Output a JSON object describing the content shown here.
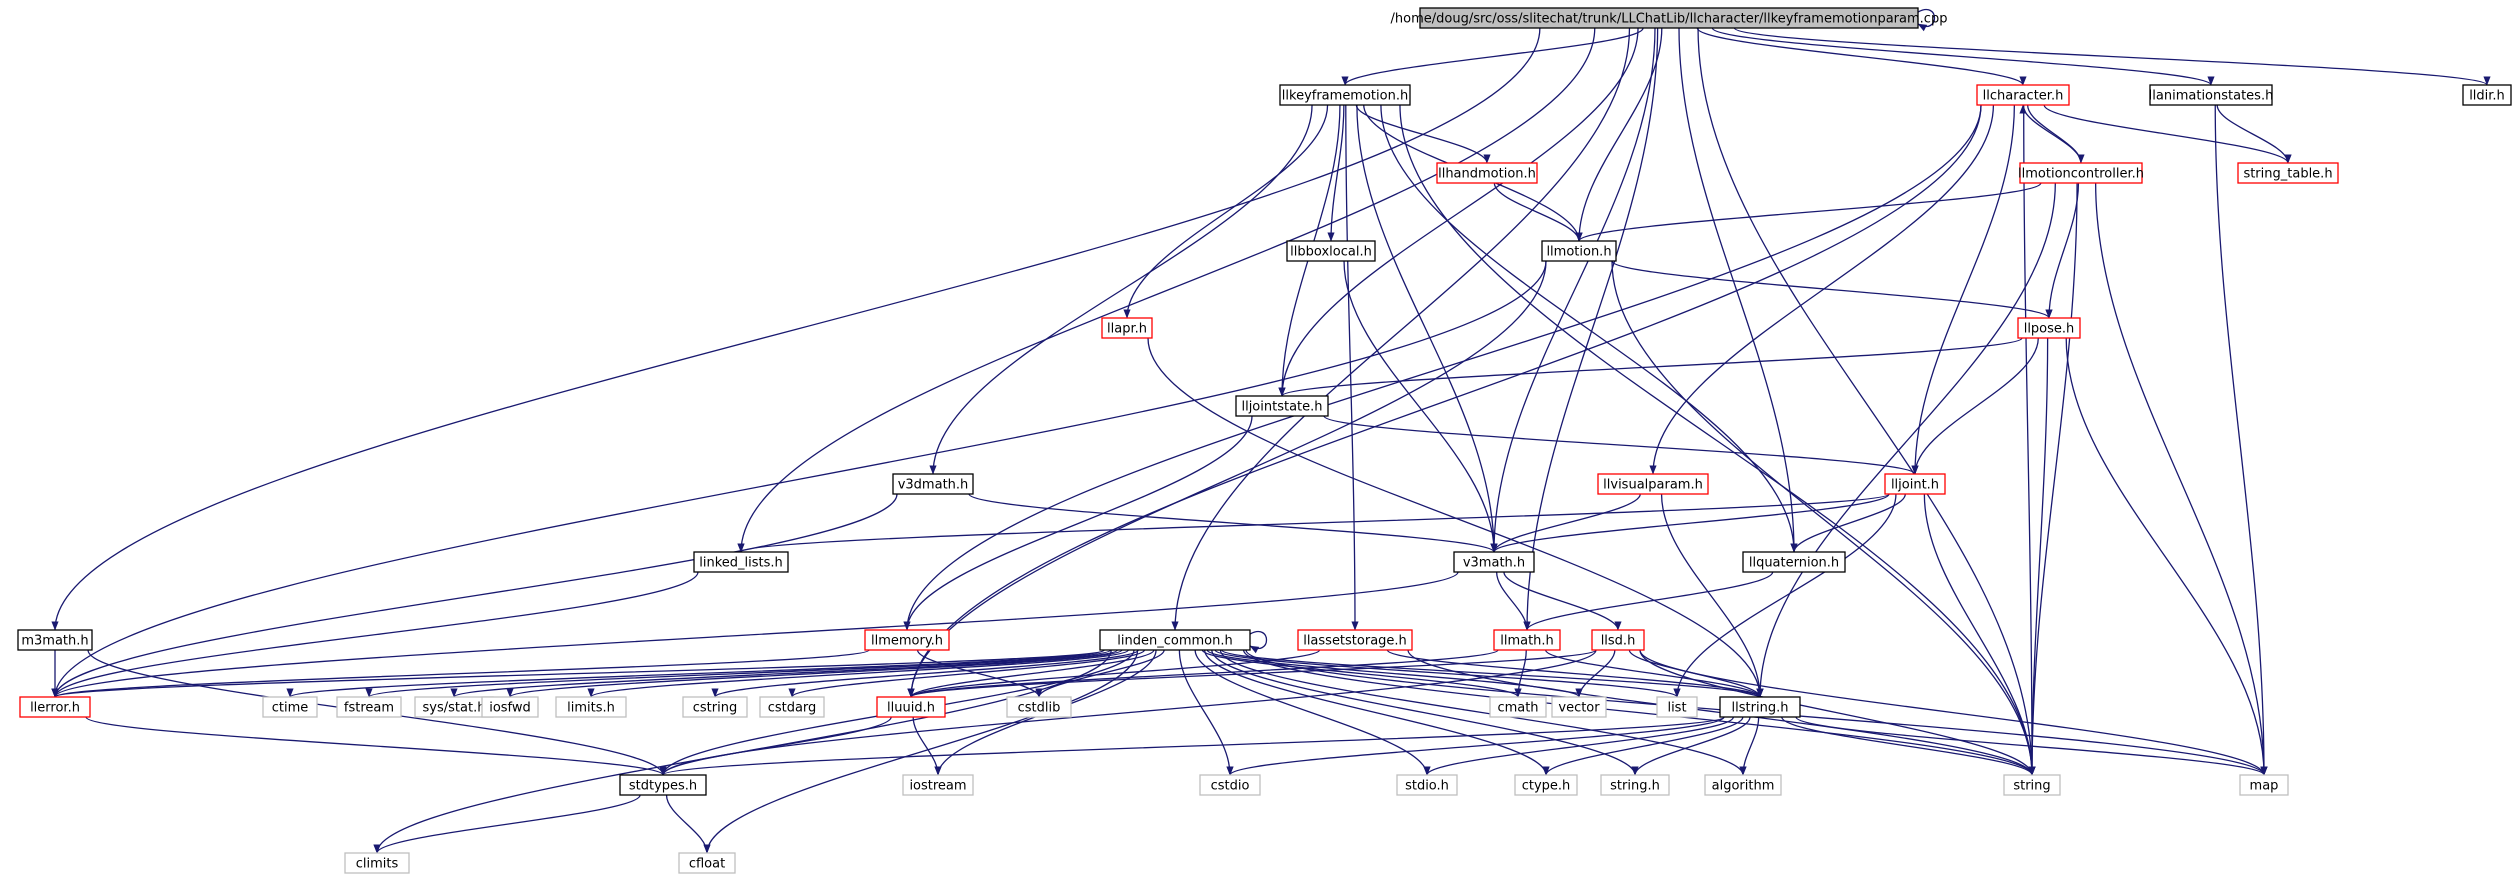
{
  "colors": {
    "edge": "#191970",
    "node_border_black": "#000000",
    "node_border_red": "#ff0000",
    "node_border_gray": "#bfbfbf",
    "root_fill": "#bfbfbf",
    "background": "#ffffff"
  },
  "nodes": [
    {
      "id": "root",
      "label": "/home/doug/src/oss/slitechat/trunk/LLChatLib/llcharacter/llkeyframemotionparam.cpp",
      "style": "root"
    },
    {
      "id": "llkeyframemotion",
      "label": "llkeyframemotion.h",
      "style": "black"
    },
    {
      "id": "llcharacter",
      "label": "llcharacter.h",
      "style": "red"
    },
    {
      "id": "llanimationstates",
      "label": "llanimationstates.h",
      "style": "black"
    },
    {
      "id": "lldir",
      "label": "lldir.h",
      "style": "black"
    },
    {
      "id": "llhandmotion",
      "label": "llhandmotion.h",
      "style": "red"
    },
    {
      "id": "llmotioncontroller",
      "label": "llmotioncontroller.h",
      "style": "red"
    },
    {
      "id": "string_table",
      "label": "string_table.h",
      "style": "red"
    },
    {
      "id": "llbboxlocal",
      "label": "llbboxlocal.h",
      "style": "black"
    },
    {
      "id": "llmotion",
      "label": "llmotion.h",
      "style": "black"
    },
    {
      "id": "llapr",
      "label": "llapr.h",
      "style": "red"
    },
    {
      "id": "llpose",
      "label": "llpose.h",
      "style": "red"
    },
    {
      "id": "lljointstate",
      "label": "lljointstate.h",
      "style": "black"
    },
    {
      "id": "v3dmath",
      "label": "v3dmath.h",
      "style": "black"
    },
    {
      "id": "llvisualparam",
      "label": "llvisualparam.h",
      "style": "red"
    },
    {
      "id": "lljoint",
      "label": "lljoint.h",
      "style": "red"
    },
    {
      "id": "linked_lists",
      "label": "linked_lists.h",
      "style": "black"
    },
    {
      "id": "v3math",
      "label": "v3math.h",
      "style": "black"
    },
    {
      "id": "llquaternion",
      "label": "llquaternion.h",
      "style": "black"
    },
    {
      "id": "m3math",
      "label": "m3math.h",
      "style": "black"
    },
    {
      "id": "llmemory",
      "label": "llmemory.h",
      "style": "red"
    },
    {
      "id": "linden_common",
      "label": "linden_common.h",
      "style": "black"
    },
    {
      "id": "llassetstorage",
      "label": "llassetstorage.h",
      "style": "red"
    },
    {
      "id": "llmath",
      "label": "llmath.h",
      "style": "red"
    },
    {
      "id": "llsd",
      "label": "llsd.h",
      "style": "red"
    },
    {
      "id": "llerror",
      "label": "llerror.h",
      "style": "red"
    },
    {
      "id": "ctime",
      "label": "ctime",
      "style": "gray"
    },
    {
      "id": "fstream",
      "label": "fstream",
      "style": "gray"
    },
    {
      "id": "sys_stat",
      "label": "sys/stat.h",
      "style": "gray"
    },
    {
      "id": "iosfwd",
      "label": "iosfwd",
      "style": "gray"
    },
    {
      "id": "limits_h",
      "label": "limits.h",
      "style": "gray"
    },
    {
      "id": "cstring",
      "label": "cstring",
      "style": "gray"
    },
    {
      "id": "cstdarg",
      "label": "cstdarg",
      "style": "gray"
    },
    {
      "id": "lluuid",
      "label": "lluuid.h",
      "style": "red"
    },
    {
      "id": "cstdlib",
      "label": "cstdlib",
      "style": "gray"
    },
    {
      "id": "cmath",
      "label": "cmath",
      "style": "gray"
    },
    {
      "id": "vector",
      "label": "vector",
      "style": "gray"
    },
    {
      "id": "list",
      "label": "list",
      "style": "gray"
    },
    {
      "id": "llstring",
      "label": "llstring.h",
      "style": "black"
    },
    {
      "id": "stdtypes",
      "label": "stdtypes.h",
      "style": "black"
    },
    {
      "id": "iostream",
      "label": "iostream",
      "style": "gray"
    },
    {
      "id": "cstdio",
      "label": "cstdio",
      "style": "gray"
    },
    {
      "id": "stdio_h",
      "label": "stdio.h",
      "style": "gray"
    },
    {
      "id": "ctype_h",
      "label": "ctype.h",
      "style": "gray"
    },
    {
      "id": "string_h",
      "label": "string.h",
      "style": "gray"
    },
    {
      "id": "algorithm",
      "label": "algorithm",
      "style": "gray"
    },
    {
      "id": "string",
      "label": "string",
      "style": "gray"
    },
    {
      "id": "map",
      "label": "map",
      "style": "gray"
    },
    {
      "id": "climits",
      "label": "climits",
      "style": "gray"
    },
    {
      "id": "cfloat",
      "label": "cfloat",
      "style": "gray"
    }
  ],
  "edges": [
    [
      "root",
      "root"
    ],
    [
      "root",
      "llkeyframemotion"
    ],
    [
      "root",
      "llcharacter"
    ],
    [
      "root",
      "llanimationstates"
    ],
    [
      "root",
      "lldir"
    ],
    [
      "root",
      "llmotion"
    ],
    [
      "root",
      "lljointstate"
    ],
    [
      "root",
      "v3math"
    ],
    [
      "root",
      "llquaternion"
    ],
    [
      "root",
      "linked_lists"
    ],
    [
      "root",
      "m3math"
    ],
    [
      "root",
      "linden_common"
    ],
    [
      "root",
      "llmath"
    ],
    [
      "root",
      "string"
    ],
    [
      "llkeyframemotion",
      "llhandmotion"
    ],
    [
      "llkeyframemotion",
      "llbboxlocal"
    ],
    [
      "llkeyframemotion",
      "llmotion"
    ],
    [
      "llkeyframemotion",
      "llapr"
    ],
    [
      "llkeyframemotion",
      "lljointstate"
    ],
    [
      "llkeyframemotion",
      "v3dmath"
    ],
    [
      "llkeyframemotion",
      "llassetstorage"
    ],
    [
      "llkeyframemotion",
      "v3math"
    ],
    [
      "llkeyframemotion",
      "llquaternion"
    ],
    [
      "llkeyframemotion",
      "string"
    ],
    [
      "llhandmotion",
      "llmotion"
    ],
    [
      "llcharacter",
      "string_table"
    ],
    [
      "llcharacter",
      "llmotioncontroller"
    ],
    [
      "llcharacter",
      "llmemory"
    ],
    [
      "llcharacter",
      "llvisualparam"
    ],
    [
      "llcharacter",
      "lljoint"
    ],
    [
      "llcharacter",
      "lluuid"
    ],
    [
      "llcharacter",
      "string"
    ],
    [
      "llmotioncontroller",
      "llcharacter"
    ],
    [
      "llmotioncontroller",
      "llmotion"
    ],
    [
      "llmotioncontroller",
      "llpose"
    ],
    [
      "llmotioncontroller",
      "llstring"
    ],
    [
      "llmotioncontroller",
      "string"
    ],
    [
      "llmotioncontroller",
      "map"
    ],
    [
      "llanimationstates",
      "string_table"
    ],
    [
      "llanimationstates",
      "map"
    ],
    [
      "llbboxlocal",
      "v3math"
    ],
    [
      "llmotion",
      "llpose"
    ],
    [
      "llmotion",
      "lluuid"
    ],
    [
      "llmotion",
      "llerror"
    ],
    [
      "llmotion",
      "string"
    ],
    [
      "llapr",
      "llstring"
    ],
    [
      "llpose",
      "lljointstate"
    ],
    [
      "llpose",
      "lljoint"
    ],
    [
      "llpose",
      "string"
    ],
    [
      "llpose",
      "map"
    ],
    [
      "lljointstate",
      "lljoint"
    ],
    [
      "lljointstate",
      "llmemory"
    ],
    [
      "v3dmath",
      "v3math"
    ],
    [
      "v3dmath",
      "llerror"
    ],
    [
      "llvisualparam",
      "v3math"
    ],
    [
      "llvisualparam",
      "llstring"
    ],
    [
      "lljoint",
      "linked_lists"
    ],
    [
      "lljoint",
      "v3math"
    ],
    [
      "lljoint",
      "llquaternion"
    ],
    [
      "lljoint",
      "list"
    ],
    [
      "lljoint",
      "string"
    ],
    [
      "linked_lists",
      "llerror"
    ],
    [
      "v3math",
      "llmath"
    ],
    [
      "v3math",
      "llsd"
    ],
    [
      "v3math",
      "llerror"
    ],
    [
      "llquaternion",
      "llmath"
    ],
    [
      "m3math",
      "llerror"
    ],
    [
      "m3math",
      "stdtypes"
    ],
    [
      "llmemory",
      "llerror"
    ],
    [
      "llmemory",
      "cstdlib"
    ],
    [
      "linden_common",
      "linden_common"
    ],
    [
      "linden_common",
      "llerror"
    ],
    [
      "linden_common",
      "ctime"
    ],
    [
      "linden_common",
      "fstream"
    ],
    [
      "linden_common",
      "sys_stat"
    ],
    [
      "linden_common",
      "iosfwd"
    ],
    [
      "linden_common",
      "limits_h"
    ],
    [
      "linden_common",
      "cstring"
    ],
    [
      "linden_common",
      "cstdarg"
    ],
    [
      "linden_common",
      "lluuid"
    ],
    [
      "linden_common",
      "cstdlib"
    ],
    [
      "linden_common",
      "cmath"
    ],
    [
      "linden_common",
      "vector"
    ],
    [
      "linden_common",
      "list"
    ],
    [
      "linden_common",
      "llstring"
    ],
    [
      "linden_common",
      "stdtypes"
    ],
    [
      "linden_common",
      "iostream"
    ],
    [
      "linden_common",
      "cstdio"
    ],
    [
      "linden_common",
      "stdio_h"
    ],
    [
      "linden_common",
      "ctype_h"
    ],
    [
      "linden_common",
      "string_h"
    ],
    [
      "linden_common",
      "algorithm"
    ],
    [
      "linden_common",
      "string"
    ],
    [
      "linden_common",
      "map"
    ],
    [
      "linden_common",
      "climits"
    ],
    [
      "linden_common",
      "cfloat"
    ],
    [
      "llassetstorage",
      "lluuid"
    ],
    [
      "llassetstorage",
      "llstring"
    ],
    [
      "llassetstorage",
      "string"
    ],
    [
      "llmath",
      "cmath"
    ],
    [
      "llmath",
      "lluuid"
    ],
    [
      "llmath",
      "llstring"
    ],
    [
      "llsd",
      "lluuid"
    ],
    [
      "llsd",
      "vector"
    ],
    [
      "llsd",
      "map"
    ],
    [
      "llsd",
      "string"
    ],
    [
      "llsd",
      "stdtypes"
    ],
    [
      "llsd",
      "llstring"
    ],
    [
      "llerror",
      "stdtypes"
    ],
    [
      "lluuid",
      "stdtypes"
    ],
    [
      "lluuid",
      "iostream"
    ],
    [
      "llstring",
      "stdtypes"
    ],
    [
      "llstring",
      "cstdio"
    ],
    [
      "llstring",
      "stdio_h"
    ],
    [
      "llstring",
      "ctype_h"
    ],
    [
      "llstring",
      "string_h"
    ],
    [
      "llstring",
      "algorithm"
    ],
    [
      "llstring",
      "string"
    ],
    [
      "llstring",
      "map"
    ],
    [
      "stdtypes",
      "climits"
    ],
    [
      "stdtypes",
      "cfloat"
    ]
  ]
}
